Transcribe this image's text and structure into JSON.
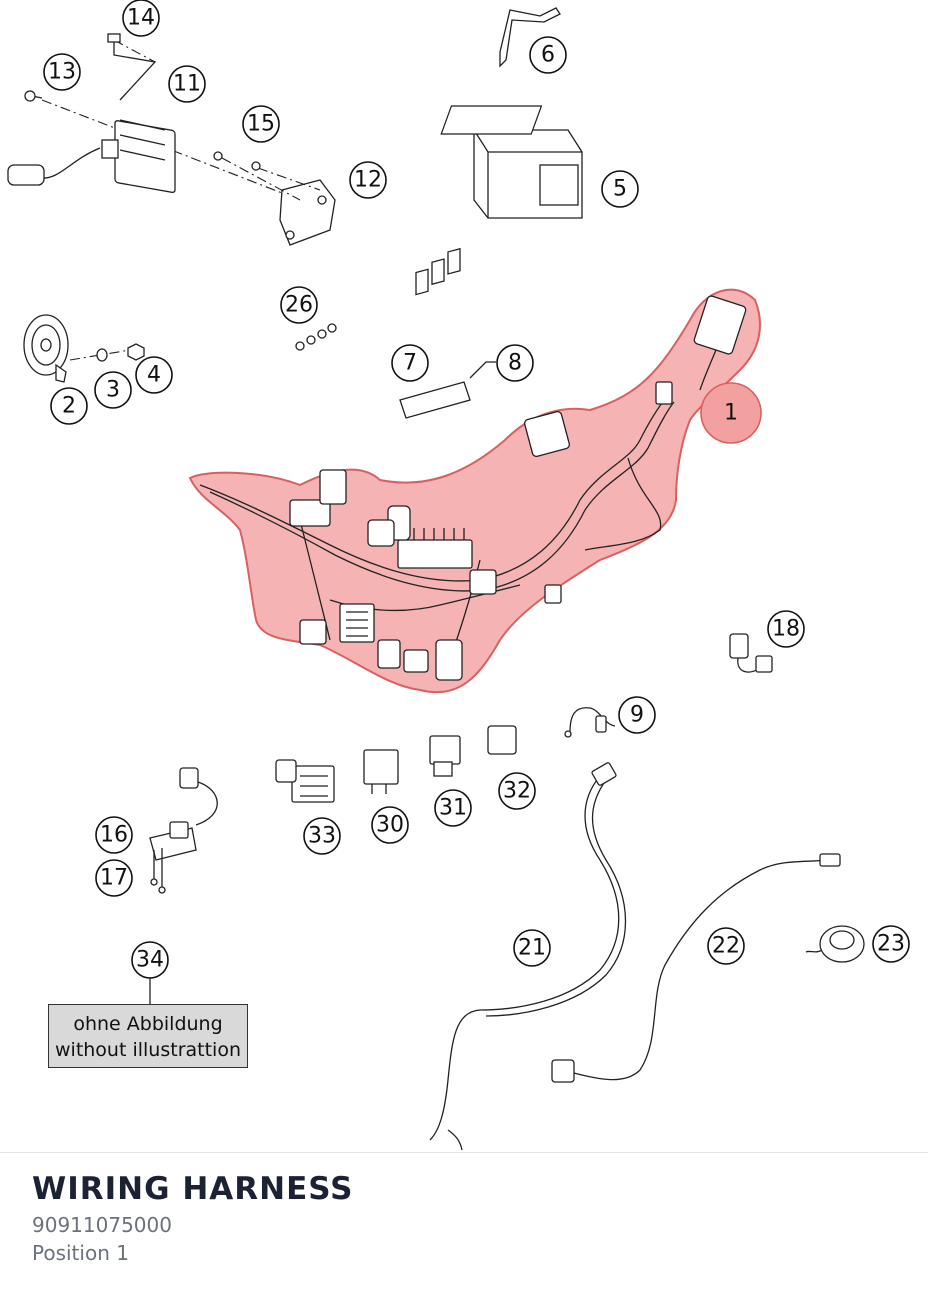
{
  "diagram": {
    "selected_position": "1",
    "callouts": [
      {
        "id": "c1",
        "label": "1",
        "selected": true
      },
      {
        "id": "c2",
        "label": "2"
      },
      {
        "id": "c3",
        "label": "3"
      },
      {
        "id": "c4",
        "label": "4"
      },
      {
        "id": "c5",
        "label": "5"
      },
      {
        "id": "c6",
        "label": "6"
      },
      {
        "id": "c7",
        "label": "7"
      },
      {
        "id": "c8",
        "label": "8"
      },
      {
        "id": "c9",
        "label": "9"
      },
      {
        "id": "c11",
        "label": "11"
      },
      {
        "id": "c12",
        "label": "12"
      },
      {
        "id": "c13",
        "label": "13"
      },
      {
        "id": "c14",
        "label": "14"
      },
      {
        "id": "c15",
        "label": "15"
      },
      {
        "id": "c16",
        "label": "16"
      },
      {
        "id": "c17",
        "label": "17"
      },
      {
        "id": "c18",
        "label": "18"
      },
      {
        "id": "c21",
        "label": "21"
      },
      {
        "id": "c22",
        "label": "22"
      },
      {
        "id": "c23",
        "label": "23"
      },
      {
        "id": "c26",
        "label": "26"
      },
      {
        "id": "c30",
        "label": "30"
      },
      {
        "id": "c31",
        "label": "31"
      },
      {
        "id": "c32",
        "label": "32"
      },
      {
        "id": "c33",
        "label": "33"
      },
      {
        "id": "c34",
        "label": "34"
      }
    ],
    "note": {
      "line_de": "ohne Abbildung",
      "line_en": "without illustrattion"
    },
    "colors": {
      "highlight_fill": "#f2a0a0",
      "highlight_stroke": "#d96060"
    }
  },
  "footer": {
    "title": "WIRING HARNESS",
    "part_number": "90911075000",
    "position": "Position 1"
  }
}
